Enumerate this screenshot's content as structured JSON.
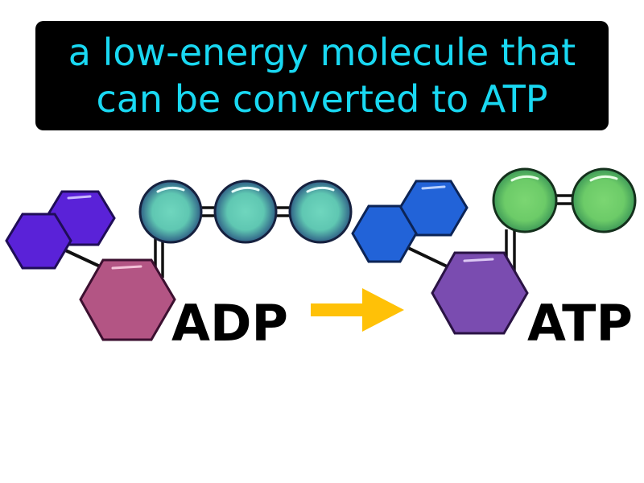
{
  "definition": {
    "line1": "a low-energy molecule that",
    "line2": "can be converted to ATP"
  },
  "labels": {
    "left": "ADP",
    "right": "ATP"
  },
  "colors": {
    "definition_background": "#000000",
    "definition_text": "#19d8f2",
    "adp_adenine": "#5a22d8",
    "adp_ribose": "#b35584",
    "adp_phosphates": "#5fcbb2",
    "atp_adenine": "#2263d8",
    "atp_ribose": "#7a4cb0",
    "atp_phosphates": "#6ccb68",
    "arrow": "#ffc107"
  },
  "icons": {
    "arrow": "right-arrow-icon"
  }
}
